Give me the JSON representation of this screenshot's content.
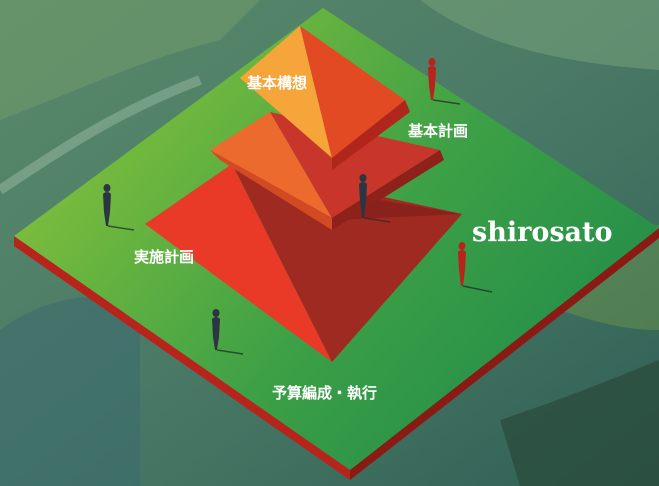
{
  "diagram": {
    "levels": {
      "top": "基本構想",
      "second": "基本計画",
      "third": "実施計画",
      "base": "予算編成・執行"
    },
    "brand": "shirosato"
  },
  "colors": {
    "platform_light": "#8cc43a",
    "platform_dark": "#1e8a4a",
    "platform_edge": "#b8231b",
    "tier_top_left": "#f5a53a",
    "tier_top_right": "#e14a22",
    "tier_mid_left": "#ec6a2e",
    "tier_mid_right": "#c8352a",
    "tier_low_left": "#e83a26",
    "tier_low_right": "#9e2a22"
  }
}
